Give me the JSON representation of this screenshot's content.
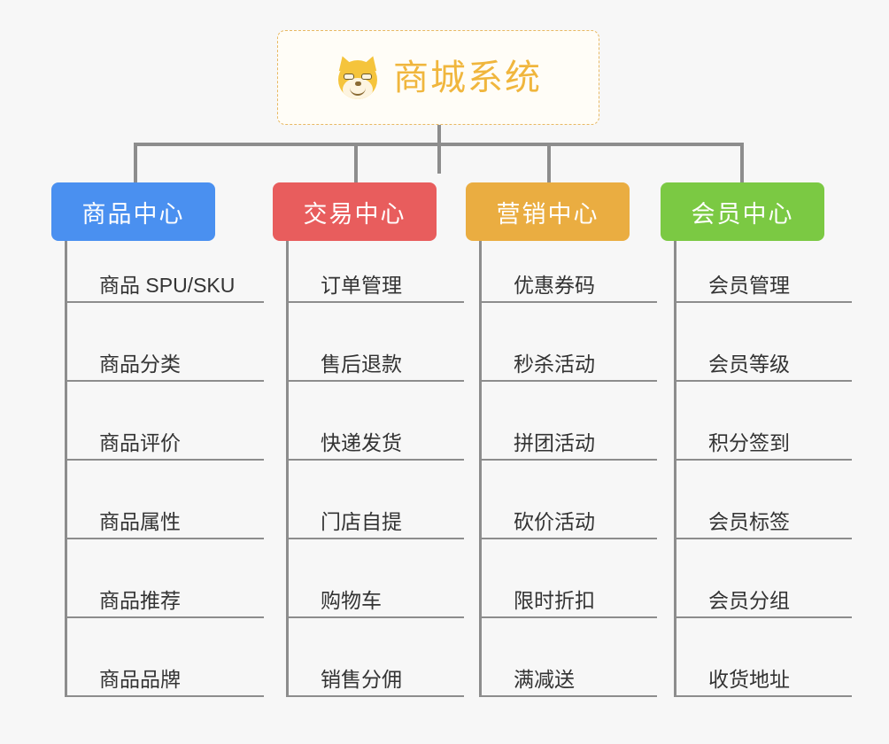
{
  "diagram": {
    "type": "mindmap",
    "background_color": "#f7f7f7",
    "connector_color": "#8d8d8d"
  },
  "root": {
    "title": "商城系统",
    "icon": "shiba-dog-face-emoji",
    "text_color": "#f0b63d",
    "border_color": "#e8b964",
    "background_color": "#fffdf7"
  },
  "categories": [
    {
      "label": "商品中心",
      "color": "#4a90f0",
      "items": [
        "商品 SPU/SKU",
        "商品分类",
        "商品评价",
        "商品属性",
        "商品推荐",
        "商品品牌"
      ]
    },
    {
      "label": "交易中心",
      "color": "#e85d5d",
      "items": [
        "订单管理",
        "售后退款",
        "快递发货",
        "门店自提",
        "购物车",
        "销售分佣"
      ]
    },
    {
      "label": "营销中心",
      "color": "#eaad41",
      "items": [
        "优惠券码",
        "秒杀活动",
        "拼团活动",
        "砍价活动",
        "限时折扣",
        "满减送"
      ]
    },
    {
      "label": "会员中心",
      "color": "#7bc943",
      "items": [
        "会员管理",
        "会员等级",
        "积分签到",
        "会员标签",
        "会员分组",
        "收货地址"
      ]
    }
  ]
}
